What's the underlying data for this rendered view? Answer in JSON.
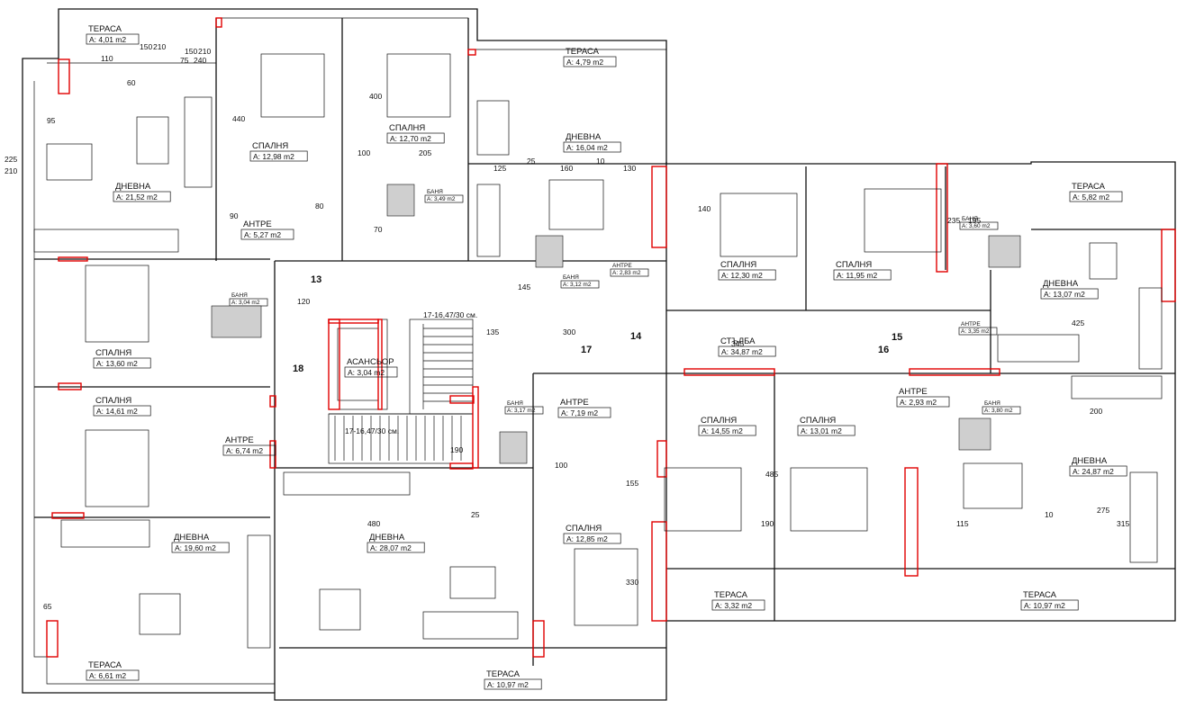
{
  "rooms": [
    {
      "id": "r1",
      "name": "ТЕРАСА",
      "area": "A: 4,01 m2"
    },
    {
      "id": "r2",
      "name": "ДНЕВНА",
      "area": "A: 21,52 m2"
    },
    {
      "id": "r3",
      "name": "СПАЛНЯ",
      "area": "A: 12,98 m2"
    },
    {
      "id": "r4",
      "name": "СПАЛНЯ",
      "area": "A: 12,70 m2"
    },
    {
      "id": "r5",
      "name": "АНТРЕ",
      "area": "A: 5,27 m2"
    },
    {
      "id": "r6",
      "name": "ТЕРАСА",
      "area": "A: 4,79 m2"
    },
    {
      "id": "r7",
      "name": "ДНЕВНА",
      "area": "A: 16,04 m2"
    },
    {
      "id": "r8",
      "name": "СПАЛНЯ",
      "area": "A: 13,60 m2"
    },
    {
      "id": "r9",
      "name": "СПАЛНЯ",
      "area": "A: 14,61 m2"
    },
    {
      "id": "r10",
      "name": "АНТРЕ",
      "area": "A: 6,74 m2"
    },
    {
      "id": "r11",
      "name": "ДНЕВНА",
      "area": "A: 19,60 m2"
    },
    {
      "id": "r12",
      "name": "АСАНСЬОР",
      "area": "A: 3,04 m2"
    },
    {
      "id": "r13",
      "name": "ДНЕВНА",
      "area": "A: 28,07 m2"
    },
    {
      "id": "r14",
      "name": "АНТРЕ",
      "area": "A: 7,19 m2"
    },
    {
      "id": "r15",
      "name": "СПАЛНЯ",
      "area": "A: 12,85 m2"
    },
    {
      "id": "r16",
      "name": "СПАЛНЯ",
      "area": "A: 12,30 m2"
    },
    {
      "id": "r17",
      "name": "СПАЛНЯ",
      "area": "A: 11,95 m2"
    },
    {
      "id": "r18",
      "name": "СТЪЛБА",
      "area": "A: 34,87 m2"
    },
    {
      "id": "r19",
      "name": "ТЕРАСА",
      "area": "A: 5,82 m2"
    },
    {
      "id": "r20",
      "name": "ДНЕВНА",
      "area": "A: 13,07 m2"
    },
    {
      "id": "r21",
      "name": "СПАЛНЯ",
      "area": "A: 14,55 m2"
    },
    {
      "id": "r22",
      "name": "СПАЛНЯ",
      "area": "A: 13,01 m2"
    },
    {
      "id": "r23",
      "name": "АНТРЕ",
      "area": "A: 2,93 m2"
    },
    {
      "id": "r24",
      "name": "ДНЕВНА",
      "area": "A: 24,87 m2"
    },
    {
      "id": "r25",
      "name": "ТЕРАСА",
      "area": "A: 3,32 m2"
    },
    {
      "id": "r26",
      "name": "ТЕРАСА",
      "area": "A: 10,97 m2"
    },
    {
      "id": "r27",
      "name": "ТЕРАСА",
      "area": "A: 6,61 m2"
    },
    {
      "id": "r28",
      "name": "ТЕРАСА",
      "area": "A: 10,97 m2"
    }
  ],
  "small_rooms": [
    {
      "id": "s1",
      "name": "БАНЯ",
      "area": "A: 3,49 m2"
    },
    {
      "id": "s2",
      "name": "БАНЯ",
      "area": "A: 3,04 m2"
    },
    {
      "id": "s3",
      "name": "БАНЯ",
      "area": "A: 3,12 m2"
    },
    {
      "id": "s4",
      "name": "АНТРЕ",
      "area": "A: 2,83 m2"
    },
    {
      "id": "s5",
      "name": "БАНЯ",
      "area": "A: 3,17 m2"
    },
    {
      "id": "s6",
      "name": "БАНЯ",
      "area": "A: 3,60 m2"
    },
    {
      "id": "s7",
      "name": "АНТРЕ",
      "area": "A: 3,35 m2"
    },
    {
      "id": "s8",
      "name": "БАНЯ",
      "area": "A: 3,80 m2"
    }
  ],
  "stair_labels": [
    "17-16,47/30 см.",
    "17-16,47/30 см."
  ],
  "unit_numbers": [
    "13",
    "14",
    "15",
    "16",
    "17",
    "18"
  ],
  "dimensions": [
    "225",
    "210",
    "150",
    "210",
    "150",
    "210",
    "75",
    "240",
    "60",
    "95",
    "440",
    "400",
    "100",
    "205",
    "125",
    "25",
    "160",
    "10",
    "130",
    "90",
    "80",
    "70",
    "120",
    "145",
    "300",
    "135",
    "190",
    "345",
    "195",
    "485",
    "155",
    "480",
    "25",
    "100",
    "190",
    "330",
    "315",
    "275",
    "200",
    "115",
    "10",
    "425",
    "65",
    "110",
    "140",
    "235"
  ],
  "colors": {
    "wall": "#111111",
    "demolition": "#e00000",
    "hatch": "#cfcfcf",
    "background": "#ffffff"
  }
}
